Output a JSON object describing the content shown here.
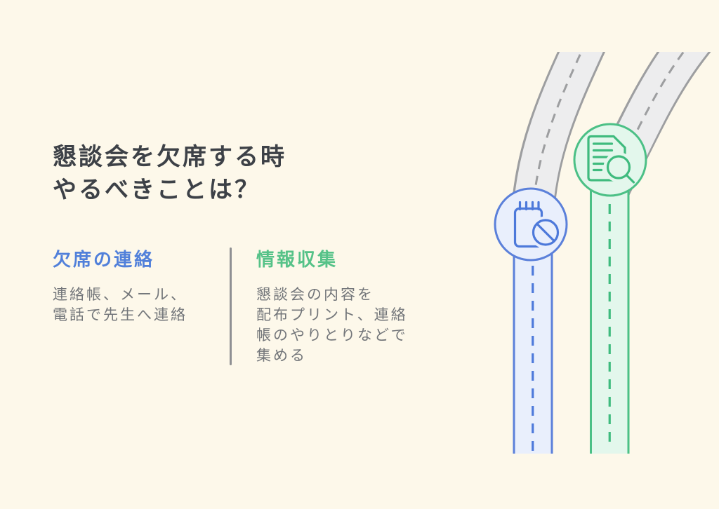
{
  "slide": {
    "title": {
      "line1": "懇談会を欠席する時",
      "line2": "やるべきことは？"
    }
  },
  "columns": [
    {
      "id": "absence",
      "heading": "欠席の連絡",
      "body": "連絡帳、メール、\n電話で先生へ連絡"
    },
    {
      "id": "info",
      "heading": "情報収集",
      "body": "懇談会の内容を\n配布プリント、連絡\n帳のやりとりなどで\n集める"
    }
  ],
  "illustration": {
    "blue_badge_icon": "notepad-cancel-icon",
    "green_badge_icon": "document-search-icon",
    "motif": "two curving roads"
  },
  "colors": {
    "background": "#fdf8ea",
    "title_text": "#3d4147",
    "body_text": "#73767a",
    "divider": "#8f9093",
    "blue_accent": "#5180da",
    "blue_border": "#5b80da",
    "blue_fill": "#e9effc",
    "blue_icon": "#4d79da",
    "green_accent": "#56c288",
    "green_border": "#4cc086",
    "green_fill": "#e3f7ec",
    "green_icon": "#3fbb7e",
    "gray_border": "#9d9ea0",
    "gray_fill": "#ededee"
  }
}
